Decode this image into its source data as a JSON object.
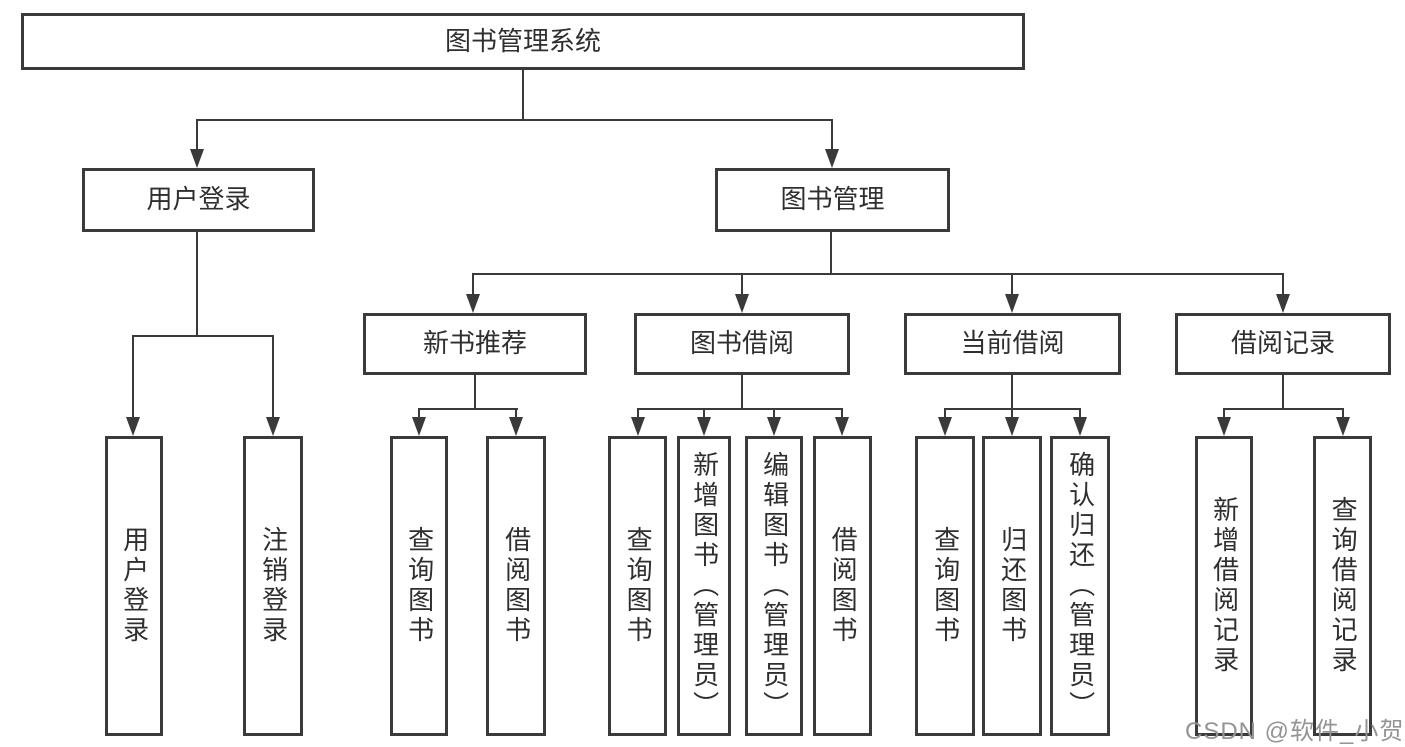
{
  "diagram": {
    "root": "图书管理系统",
    "level2": {
      "user_login": "用户登录",
      "book_management": "图书管理"
    },
    "level3": {
      "new_book_recommend": "新书推荐",
      "book_borrow": "图书借阅",
      "current_borrow": "当前借阅",
      "borrow_record": "借阅记录"
    },
    "leaves": {
      "user_login": "用户登录",
      "logout": "注销登录",
      "nb_query_book": "查询图书",
      "nb_borrow_book": "借阅图书",
      "bb_query_book": "查询图书",
      "bb_add_book": "新增图书（管理员）",
      "bb_edit_book": "编辑图书（管理员）",
      "bb_borrow_book": "借阅图书",
      "cb_query_book": "查询图书",
      "cb_return_book": "归还图书",
      "cb_confirm_return": "确认归还（管理员）",
      "br_add_record": "新增借阅记录",
      "br_query_record": "查询借阅记录"
    }
  },
  "watermark": "CSDN @软件_小贺同学",
  "colors": {
    "line": "#3a3a3a",
    "text": "#2f2f2f",
    "watermark": "#949494",
    "background": "#ffffff"
  }
}
